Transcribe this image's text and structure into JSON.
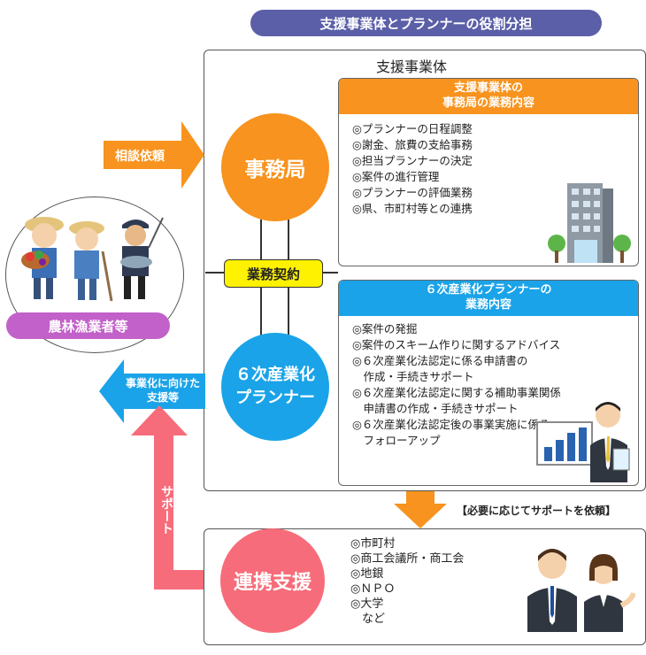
{
  "title": "支援事業体とプランナーの役割分担",
  "main_label": "支援事業体",
  "office": {
    "circle": "事務局",
    "header_line1": "支援事業体の",
    "header_line2": "事務局の業務内容",
    "items": [
      "◎プランナーの日程調整",
      "◎謝金、旅費の支給事務",
      "◎担当プランナーの決定",
      "◎案件の進行管理",
      "◎プランナーの評価業務",
      "◎県、市町村等との連携"
    ]
  },
  "contract": "業務契約",
  "planner": {
    "circle_line1": "６次産業化",
    "circle_line2": "プランナー",
    "header_line1": "６次産業化プランナーの",
    "header_line2": "業務内容",
    "items": [
      "◎案件の発掘",
      "◎案件のスキーム作りに関するアドバイス",
      "◎６次産業化法認定に係る申請書の",
      "　作成・手続きサポート",
      "◎６次産業化法認定に関する補助事業関係",
      "　申請書の作成・手続きサポート",
      "◎６次産業化法認定後の事業実施に係る",
      "　フォローアップ"
    ]
  },
  "arrows": {
    "consult": "相談依頼",
    "towards_line1": "事業化に向けた",
    "towards_line2": "支援等",
    "support": "サポート",
    "request_note": "【必要に応じてサポートを依頼】"
  },
  "farmers_label": "農林漁業者等",
  "renkei": {
    "circle": "連携支援",
    "items": [
      "◎市町村",
      "◎商工会議所・商工会",
      "◎地銀",
      "◎ＮＰＯ",
      "◎大学",
      "　など"
    ]
  },
  "colors": {
    "orange": "#f7931e",
    "blue": "#1aa3e8",
    "pink": "#f76c7a",
    "purple": "#c261c9",
    "navy": "#5b5fa8",
    "yellow": "#fff200"
  }
}
